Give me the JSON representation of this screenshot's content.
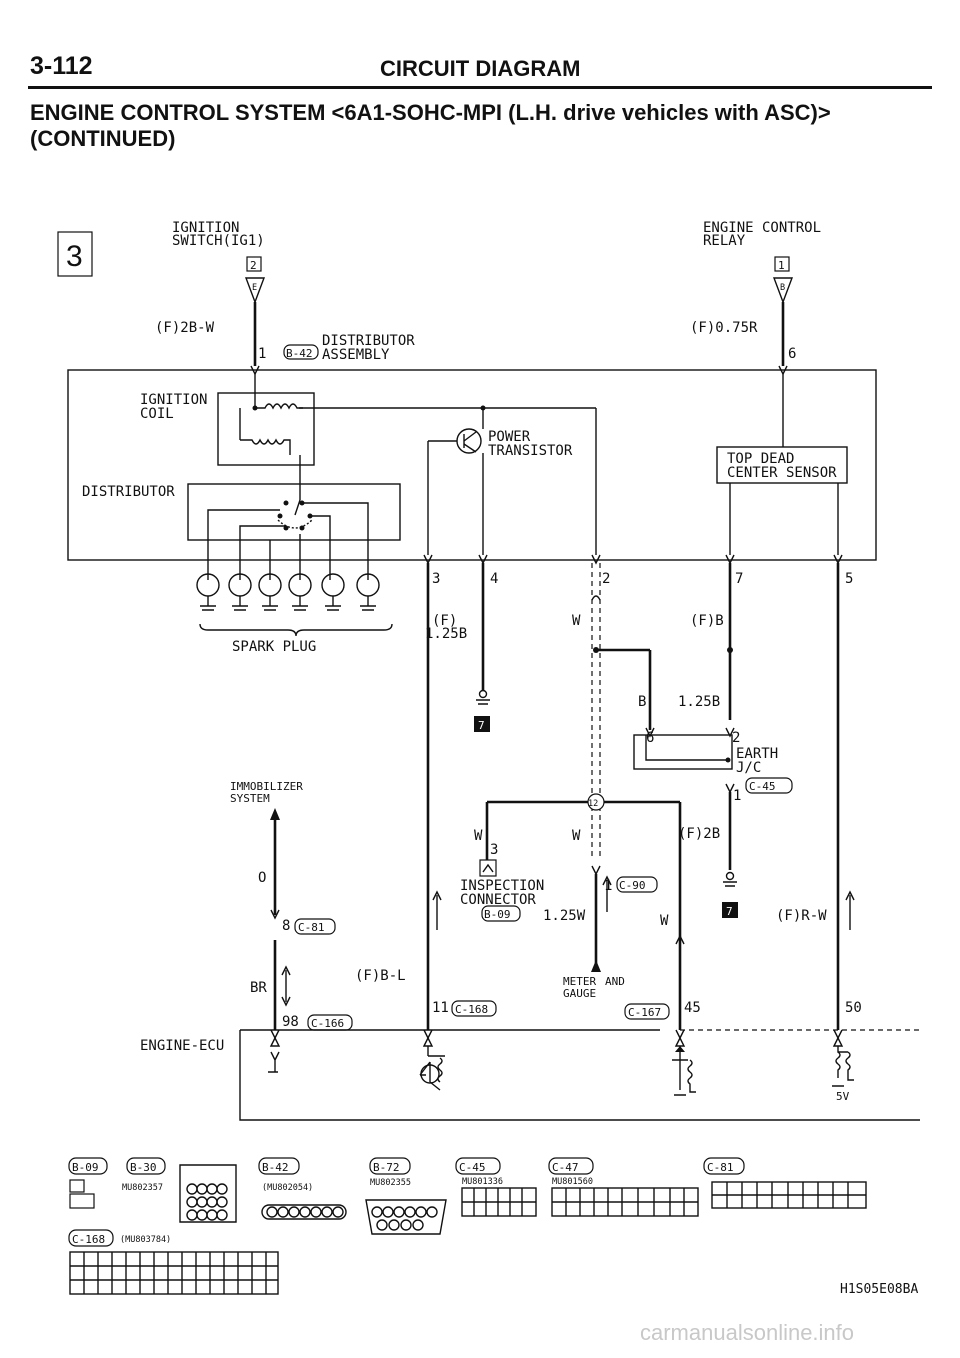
{
  "header": {
    "page_number": "3-112",
    "section_title": "CIRCUIT DIAGRAM",
    "title_line1": "ENGINE CONTROL SYSTEM <6A1-SOHC-MPI (L.H. drive vehicles with ASC)>",
    "title_line2": "(CONTINUED)"
  },
  "diagram": {
    "section_marker": "3",
    "ignition_switch": {
      "line1": "IGNITION",
      "line2": "SWITCH(IG1)",
      "ref": "2",
      "tag": "E",
      "wire": "(F)2B-W",
      "pin": "1"
    },
    "engine_relay": {
      "line1": "ENGINE CONTROL",
      "line2": "RELAY",
      "ref": "1",
      "tag": "B",
      "wire": "(F)0.75R",
      "pin": "6"
    },
    "distributor_assembly": {
      "conn": "B-42",
      "line1": "DISTRIBUTOR",
      "line2": "ASSEMBLY"
    },
    "ignition_coil": {
      "line1": "IGNITION",
      "line2": "COIL"
    },
    "distributor": "DISTRIBUTOR",
    "power_transistor": {
      "line1": "POWER",
      "line2": "TRANSISTOR"
    },
    "tdc_sensor": {
      "line1": "TOP DEAD",
      "line2": "CENTER SENSOR"
    },
    "spark_plug": "SPARK PLUG",
    "pins": {
      "p3": "3",
      "p4": "4",
      "p2": "2",
      "p7": "7",
      "p5": "5",
      "p6": "6",
      "p2b": "2",
      "p1": "1",
      "p3b": "3",
      "p1b": "1",
      "p8": "8",
      "p98": "98",
      "p11": "11",
      "p45": "45",
      "p50": "50"
    },
    "wires": {
      "f125b_1": "(F)",
      "f125b_2": "1.25B",
      "w1": "W",
      "fb": "(F)B",
      "b": "B",
      "b125": "1.25B",
      "w2": "W",
      "w3": "W",
      "f2b": "(F)2B",
      "w125": "1.25W",
      "w4": "W",
      "frw": "(F)R-W",
      "o": "O",
      "br": "BR",
      "fbl": "(F)B-L"
    },
    "ground_ref": "7",
    "earth_jc": {
      "line1": "EARTH",
      "line2": "J/C",
      "conn": "C-45"
    },
    "immobilizer": {
      "line1": "IMMOBILIZER",
      "line2": "SYSTEM"
    },
    "inspection": {
      "line1": "INSPECTION",
      "line2": "CONNECTOR",
      "conn": "B-09"
    },
    "meter": {
      "line1": "METER",
      "line2": "AND",
      "line3": "GAUGE",
      "conn": "C-90"
    },
    "connectors": {
      "c81": "C-81",
      "c166": "C-166",
      "c168": "C-168",
      "c167": "C-167"
    },
    "junction": "12",
    "ecu": "ENGINE-ECU",
    "five_v": "5V"
  },
  "legend": {
    "b09": "B-09",
    "b30": "B-30",
    "mu802357": "MU802357",
    "b42": "B-42",
    "mu802054": "(MU802054)",
    "b72": "B-72",
    "mu802355": "MU802355",
    "c45": "C-45",
    "mu801336": "MU801336",
    "c47": "C-47",
    "mu801560": "MU801560",
    "c81": "C-81",
    "c168": "C-168",
    "mu803784": "(MU803784)"
  },
  "figure_ref": "H1S05E08BA",
  "watermark": "carmanualsonline.info"
}
